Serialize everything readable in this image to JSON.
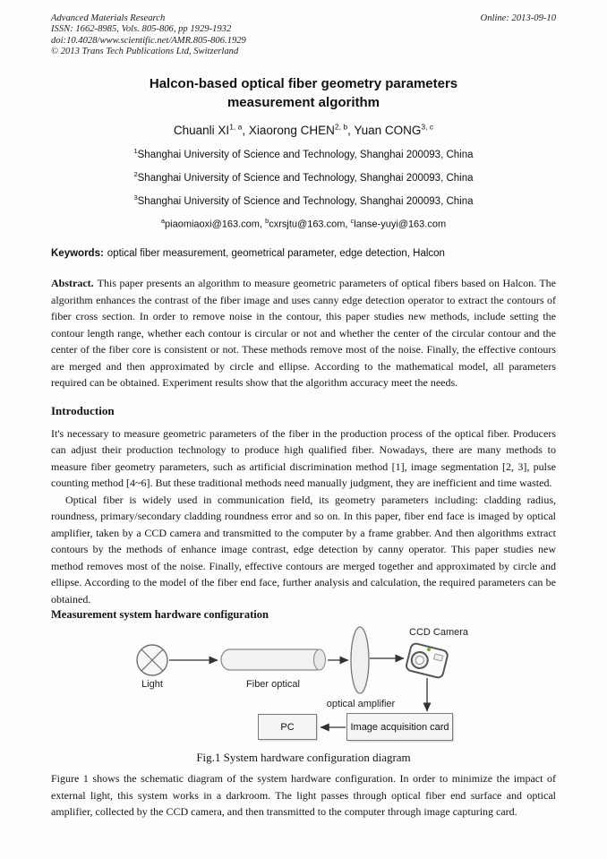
{
  "header": {
    "journal": "Advanced Materials Research",
    "issn_line": "ISSN: 1662-8985, Vols. 805-806, pp 1929-1932",
    "doi_line": "doi:10.4028/www.scientific.net/AMR.805-806.1929",
    "copyright_line": "© 2013 Trans Tech Publications Ltd, Switzerland",
    "online_date": "Online: 2013-09-10"
  },
  "title": {
    "line1": "Halcon-based optical fiber geometry parameters",
    "line2": "measurement algorithm"
  },
  "authors_line": [
    {
      "text": "Chuanli XI",
      "sup": "1, a"
    },
    {
      "text": ", Xiaorong CHEN",
      "sup": "2, b"
    },
    {
      "text": ", Yuan CONG",
      "sup": "3, c"
    }
  ],
  "affiliations": [
    {
      "sup": "1",
      "text": "Shanghai University of Science and Technology, Shanghai 200093, China"
    },
    {
      "sup": "2",
      "text": "Shanghai University of Science and Technology, Shanghai 200093, China"
    },
    {
      "sup": "3",
      "text": "Shanghai University of Science and Technology, Shanghai 200093, China"
    }
  ],
  "emails": [
    {
      "sup": "a",
      "text": "piaomiaoxi@163.com, "
    },
    {
      "sup": "b",
      "text": "cxrsjtu@163.com, "
    },
    {
      "sup": "c",
      "text": "lanse-yuyi@163.com"
    }
  ],
  "keywords": {
    "label": "Keywords:",
    "text": "optical fiber measurement, geometrical parameter, edge detection, Halcon"
  },
  "abstract": {
    "label": "Abstract.",
    "text": "This paper presents an algorithm to measure geometric parameters of optical fibers based on Halcon. The algorithm enhances the contrast of the fiber image and uses canny edge detection operator to extract the contours of fiber cross section. In order to remove noise in the contour, this paper studies new methods, include setting the contour length range, whether each contour is circular or not and whether the center of the circular contour and the center of the fiber core is consistent or not. These methods remove most of the noise. Finally, the effective contours are merged and then approximated by circle and ellipse. According to the mathematical model, all parameters required can be obtained. Experiment results show that the algorithm accuracy meet the needs."
  },
  "introduction": {
    "heading": "Introduction",
    "para1": "It's necessary to measure geometric parameters of the fiber in the production process of the optical fiber. Producers can adjust their production technology to produce high qualified fiber. Nowadays, there are many methods to measure fiber geometry parameters, such as artificial discrimination method [1], image segmentation [2, 3], pulse counting method [4~6]. But these traditional methods need manually judgment, they are inefficient and time wasted.",
    "para2": "Optical fiber is widely used in communication field, its geometry parameters including: cladding radius, roundness, primary/secondary cladding roundness error and so on. In this paper, fiber end face is imaged by optical amplifier, taken by a CCD camera and transmitted to the computer by a frame grabber. And then algorithms extract contours by the methods of enhance image contrast, edge detection by canny operator. This paper studies new method removes most of the noise. Finally, effective contours are merged together and approximated by circle and ellipse. According to the model of the fiber end face, further analysis and calculation, the required parameters can be obtained."
  },
  "measurement_section": {
    "heading": "Measurement system hardware configuration",
    "after_figure": "Figure 1 shows the schematic diagram of the system hardware configuration. In order to minimize the impact of external light, this system works in a darkroom. The light passes through optical fiber end surface and optical amplifier, collected by the CCD camera, and then transmitted to the computer through image capturing card."
  },
  "figure1": {
    "labels": {
      "light": "Light",
      "fiber": "Fiber optical",
      "amplifier": "optical amplifier",
      "camera": "CCD Camera",
      "pc": "PC",
      "card": "Image acquisition card"
    },
    "caption": "Fig.1 System hardware configuration diagram"
  }
}
